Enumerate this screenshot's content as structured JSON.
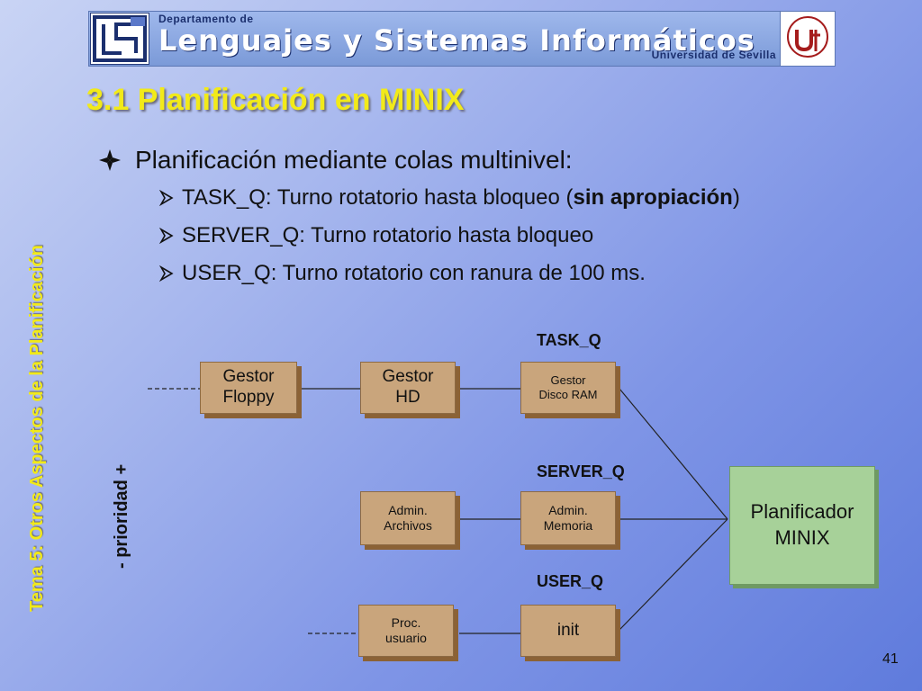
{
  "header": {
    "department_label": "Departamento de",
    "title": "Lenguajes y Sistemas Informáticos",
    "university": "Universidad de Sevilla"
  },
  "slide": {
    "title": "3.1 Planificación en MINIX",
    "side_text": "Tema 5: Otros Aspectos de la Planificación",
    "page_number": "41"
  },
  "bullets": {
    "main": "Planificación mediante colas multinivel:",
    "items": [
      {
        "prefix": "TASK_Q: Turno rotatorio hasta bloqueo (",
        "bold": "sin apropiación",
        "suffix": ")"
      },
      {
        "prefix": "SERVER_Q: Turno rotatorio hasta bloqueo",
        "bold": "",
        "suffix": ""
      },
      {
        "prefix": "USER_Q: Turno rotatorio con ranura de 100 ms.",
        "bold": "",
        "suffix": ""
      }
    ]
  },
  "diagram": {
    "queues": {
      "task": "TASK_Q",
      "server": "SERVER_Q",
      "user": "USER_Q"
    },
    "boxes": {
      "gestor_floppy": [
        "Gestor",
        "Floppy"
      ],
      "gestor_hd": [
        "Gestor",
        "HD"
      ],
      "gestor_disco_ram": [
        "Gestor",
        "Disco RAM"
      ],
      "admin_archivos": [
        "Admin.",
        "Archivos"
      ],
      "admin_memoria": [
        "Admin.",
        "Memoria"
      ],
      "proc_usuario": [
        "Proc.",
        "usuario"
      ],
      "init": [
        "init"
      ]
    },
    "planner": [
      "Planificador",
      "MINIX"
    ],
    "priority_label": "- prioridad +"
  },
  "colors": {
    "title": "#f2ea19",
    "box": "#c9a57c",
    "planner": "#a7d199"
  }
}
